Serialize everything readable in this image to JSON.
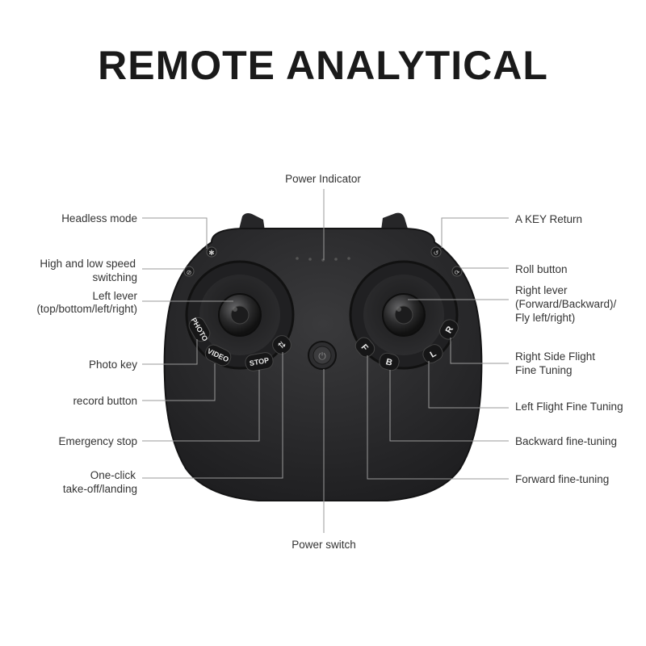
{
  "title": "REMOTE ANALYTICAL",
  "labels": {
    "power_indicator": "Power Indicator",
    "headless_mode": "Headless mode",
    "speed_switch_1": "High and low speed",
    "speed_switch_2": "switching",
    "left_lever_1": "Left lever",
    "left_lever_2": "(top/bottom/left/right)",
    "photo_key": "Photo key",
    "record_button": "record button",
    "emergency_stop": "Emergency stop",
    "one_click_1": "One-click",
    "one_click_2": "take-off/landing",
    "power_switch": "Power switch",
    "a_key_return": "A KEY Return",
    "roll_button": "Roll button",
    "right_lever_1": "Right lever",
    "right_lever_2": "(Forward/Backward)/",
    "right_lever_3": "Fly left/right)",
    "right_side_fine_1": "Right Side Flight",
    "right_side_fine_2": "Fine Tuning",
    "left_flight_fine": "Left Flight Fine Tuning",
    "backward_fine": "Backward fine-tuning",
    "forward_fine": "Forward fine-tuning"
  },
  "controller_buttons": {
    "photo": "PHOTO",
    "video": "VIDEO",
    "stop": "STOP",
    "f": "F",
    "b": "B",
    "l": "L",
    "r": "R"
  },
  "colors": {
    "body": "#2b2b2d",
    "body_edge": "#1a1a1b",
    "lead_line": "#9a9a9a"
  }
}
